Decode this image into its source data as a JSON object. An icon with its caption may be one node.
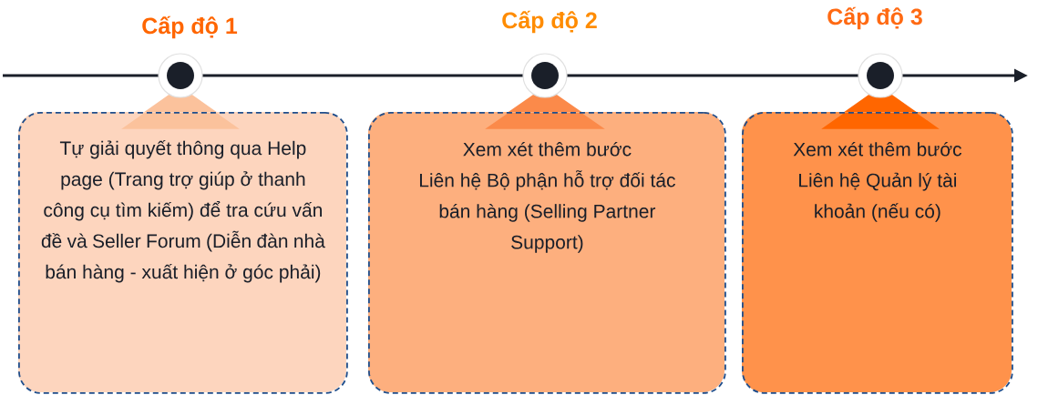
{
  "diagram": {
    "nodes": [
      {
        "text": [
          "Tự giải quyết thông qua Help page (Trang trợ giúp ở thanh công cụ tìm kiếm) để tra cứu vấn đề và Seller Forum (Diễn đàn nhà bán hàng - xuất hiện ở góc phải)"
        ],
        "beside": [
          "Cấp độ 1"
        ]
      },
      {
        "text": [
          "Xem xét thêm bước",
          "Liên hệ Bộ phận hỗ trợ đối tác bán hàng (Selling Partner Support)"
        ],
        "beside": [
          "Cấp độ 2"
        ]
      },
      {
        "text": [
          "Xem xét thêm bước",
          "Liên hệ Quản lý tài khoản (nếu có)"
        ],
        "beside": [
          "Cấp độ 3"
        ]
      }
    ]
  }
}
